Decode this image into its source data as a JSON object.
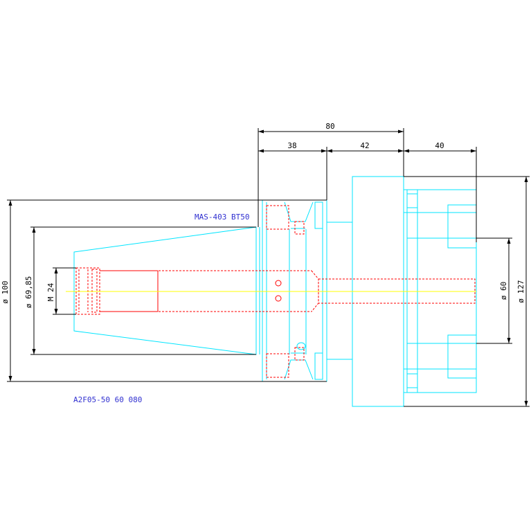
{
  "colors": {
    "dimension": "#000000",
    "outline": "#00e5ff",
    "hidden": "#ff0000",
    "centerline": "#ffff00",
    "note": "#3030d0"
  },
  "dimensions": {
    "d80": "80",
    "d38": "38",
    "d42": "42",
    "d40": "40",
    "dia100": "ø 100",
    "dia6985": "ø 69,85",
    "m24": "M 24",
    "dia60": "ø 60",
    "dia127": "ø 127"
  },
  "notes": {
    "taper": "MAS-403  BT50",
    "spindle": "A2F05-50 60 080"
  }
}
